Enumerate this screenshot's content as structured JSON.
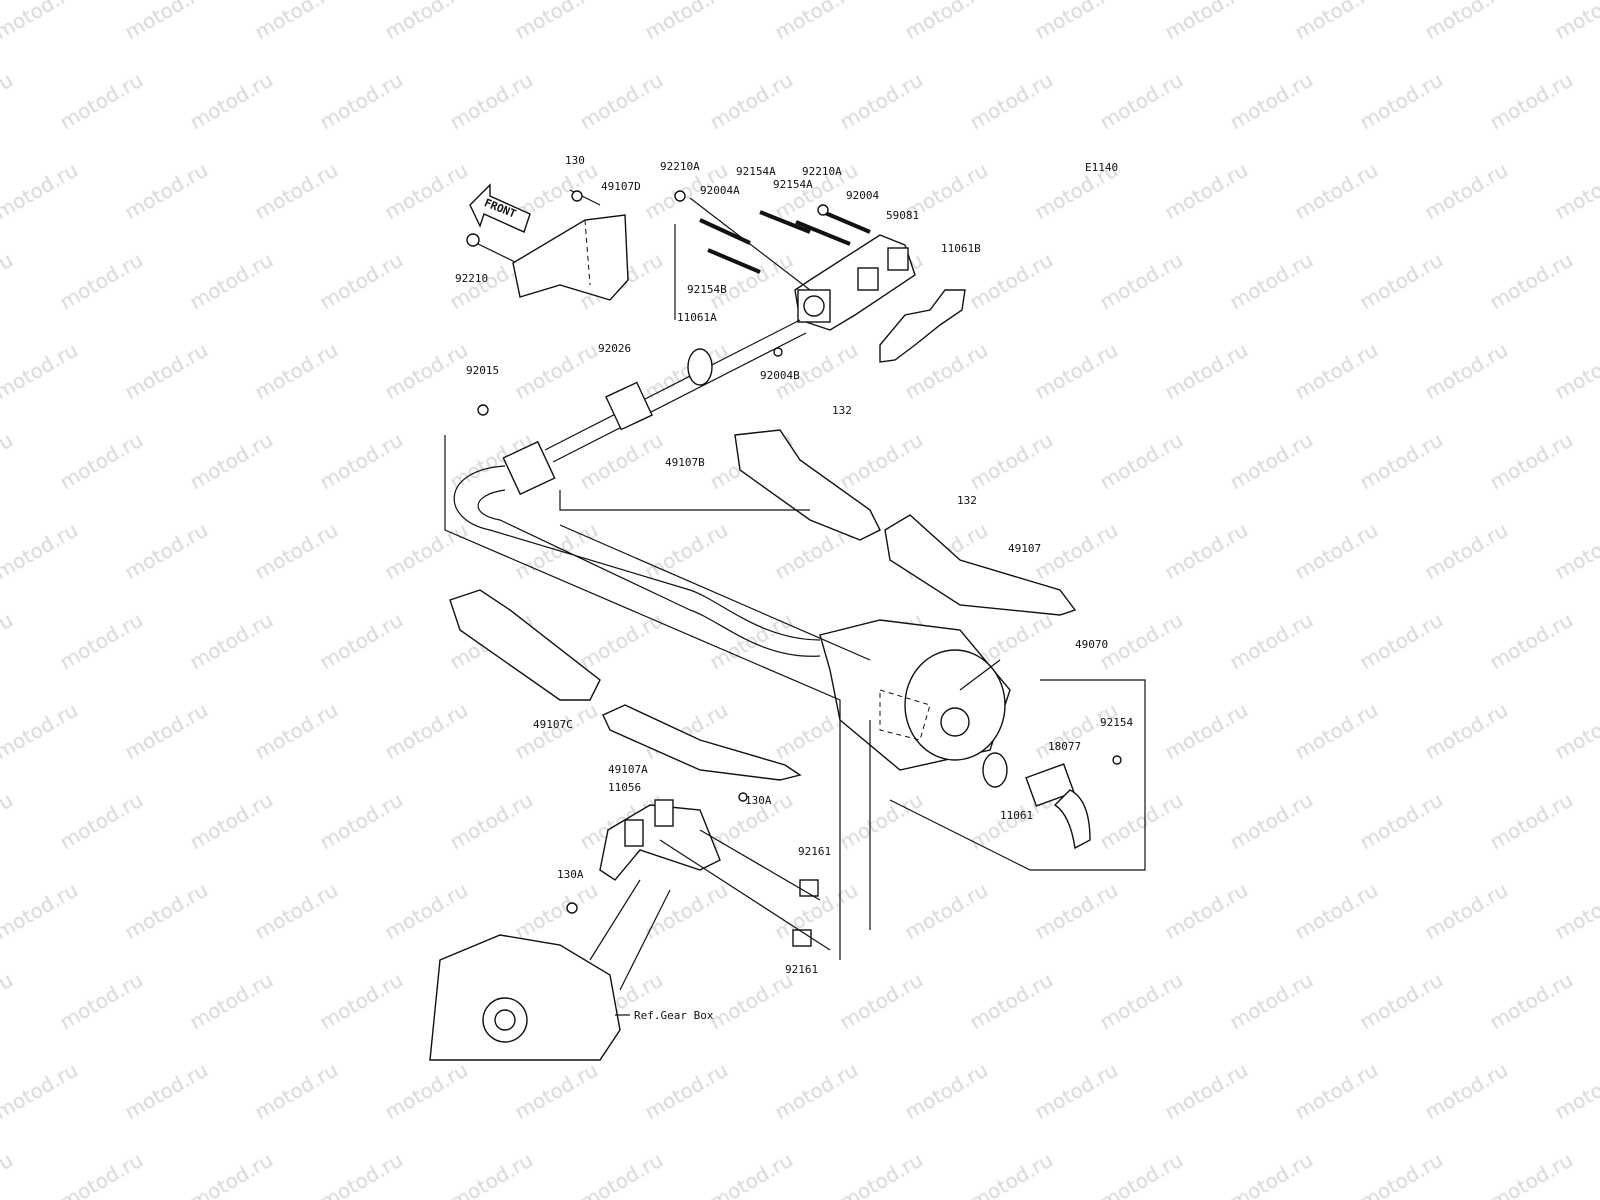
{
  "diagram_code": "E1140",
  "watermark": "motod.ru",
  "front_arrow": "FRONT",
  "labels": [
    "130",
    "49107D",
    "92210A",
    "92004A",
    "92154A",
    "92154A",
    "92210A",
    "92004",
    "59081",
    "11061B",
    "92210",
    "92154B",
    "11061A",
    "92026",
    "92004B",
    "92015",
    "132",
    "49107B",
    "132",
    "49107",
    "49070",
    "49107C",
    "49107A",
    "92154",
    "18077",
    "11056",
    "130A",
    "11061",
    "92161",
    "130A",
    "92161",
    "Ref.Gear Box"
  ],
  "colors": {
    "line": "#111111",
    "watermark": "#d6d6d6",
    "background": "#ffffff"
  }
}
